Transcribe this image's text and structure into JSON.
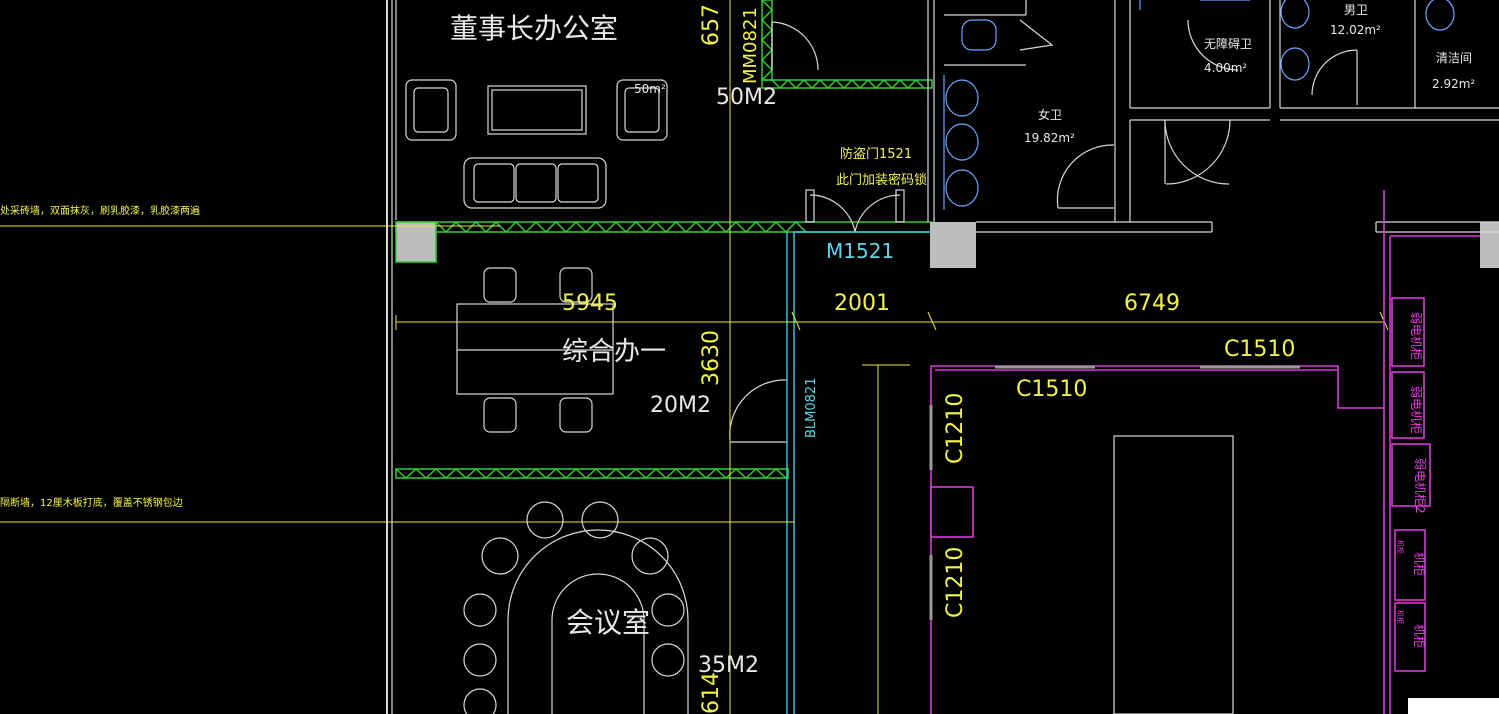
{
  "rooms": {
    "chairman_office": {
      "name": "董事长办公室",
      "area": "50M2",
      "tag": "50m²"
    },
    "general_office": {
      "name": "综合办一",
      "area": "20M2"
    },
    "meeting_room": {
      "name": "会议室",
      "area": "35M2"
    },
    "female_wc": {
      "name": "女卫",
      "area": "19.82m²"
    },
    "accessible_wc": {
      "name": "无障碍卫",
      "area": "4.00m²"
    },
    "male_wc": {
      "name": "男卫",
      "area": "12.02m²"
    },
    "janitor": {
      "name": "清洁间",
      "area": "2.92m²"
    }
  },
  "dimensions": {
    "d1": "5945",
    "d2": "2001",
    "d3": "6749",
    "v1": "3630",
    "v2": "657",
    "v3": "614"
  },
  "doors": {
    "mm0821": "MM0821",
    "m1521": "M1521",
    "blm0821": "BLM0821",
    "security_label": "防盗门1521",
    "security_note": "此门加装密码锁"
  },
  "windows": {
    "c1510_a": "C1510",
    "c1510_b": "C1510",
    "c1210_a": "C1210",
    "c1210_b": "C1210"
  },
  "notes": {
    "note1": "处采砖墙，双面抹灰，刷乳胶漆，乳胶漆两遍",
    "note2": "隔断墙，12厘木板打底，覆盖不锈钢包边"
  },
  "cabinets": {
    "cab1": "弱电机柜",
    "cab2": "弱电机柜",
    "cab3": "弱电机柜2",
    "cab4": "机柜",
    "cab5": "机柜",
    "sideA": "机柜",
    "sideB": "机柜"
  },
  "colors": {
    "background": "#000000",
    "walls": "#d8d8d8",
    "dimension": "#e6e640",
    "partition": "#33cc33",
    "door_cyan": "#3ec9e6",
    "magenta": "#d63ad6",
    "fixtures": "#6aa7ff"
  }
}
